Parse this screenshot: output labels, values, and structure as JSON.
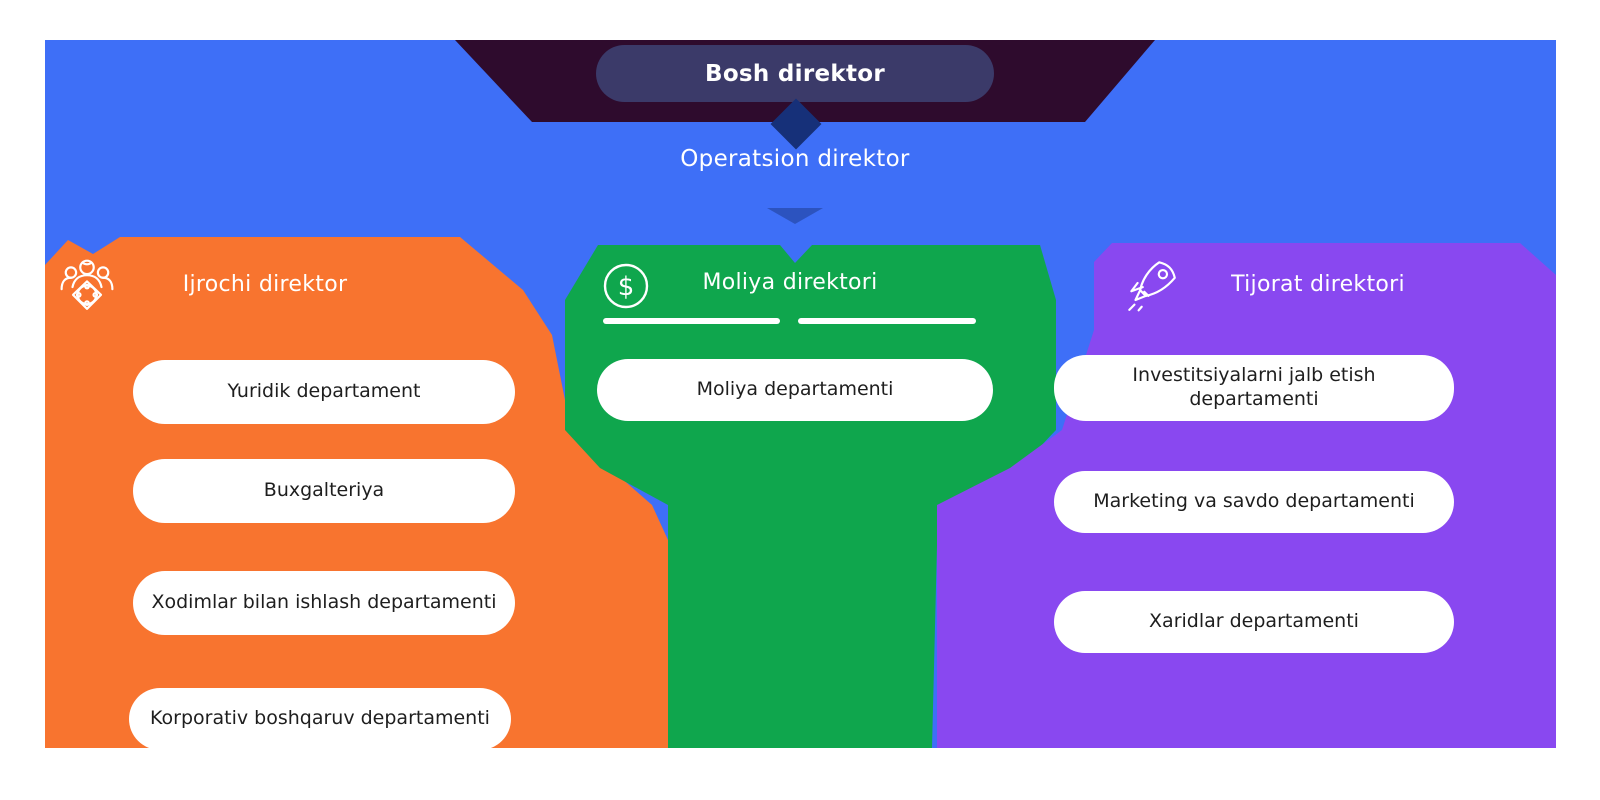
{
  "top": {
    "ceo_label": "Bosh direktor",
    "coo_label": "Operatsion direktor"
  },
  "columns": [
    {
      "id": "ijrochi",
      "title": "Ijrochi direktor",
      "icon": "team-icon",
      "color": "#F8742F",
      "departments": [
        "Yuridik departament",
        "Buxgalteriya",
        "Xodimlar bilan ishlash departamenti",
        "Korporativ boshqaruv departamenti"
      ]
    },
    {
      "id": "moliya",
      "title": "Moliya direktori",
      "icon": "dollar-icon",
      "color": "#0FA64D",
      "departments": [
        "Moliya departamenti"
      ]
    },
    {
      "id": "tijorat",
      "title": "Tijorat direktori",
      "icon": "rocket-icon",
      "color": "#8948F0",
      "departments": [
        "Investitsiyalarni jalb etish departamenti",
        "Marketing va savdo departamenti",
        "Xaridlar departamenti"
      ]
    }
  ],
  "colors": {
    "background_panel": "#3E6FF7",
    "banner": "#2E0B2D",
    "ceo_pill": "#3B3A69",
    "diamond": "#163079",
    "department_pill": "#FFFFFF",
    "department_text": "#1E1E1E"
  }
}
